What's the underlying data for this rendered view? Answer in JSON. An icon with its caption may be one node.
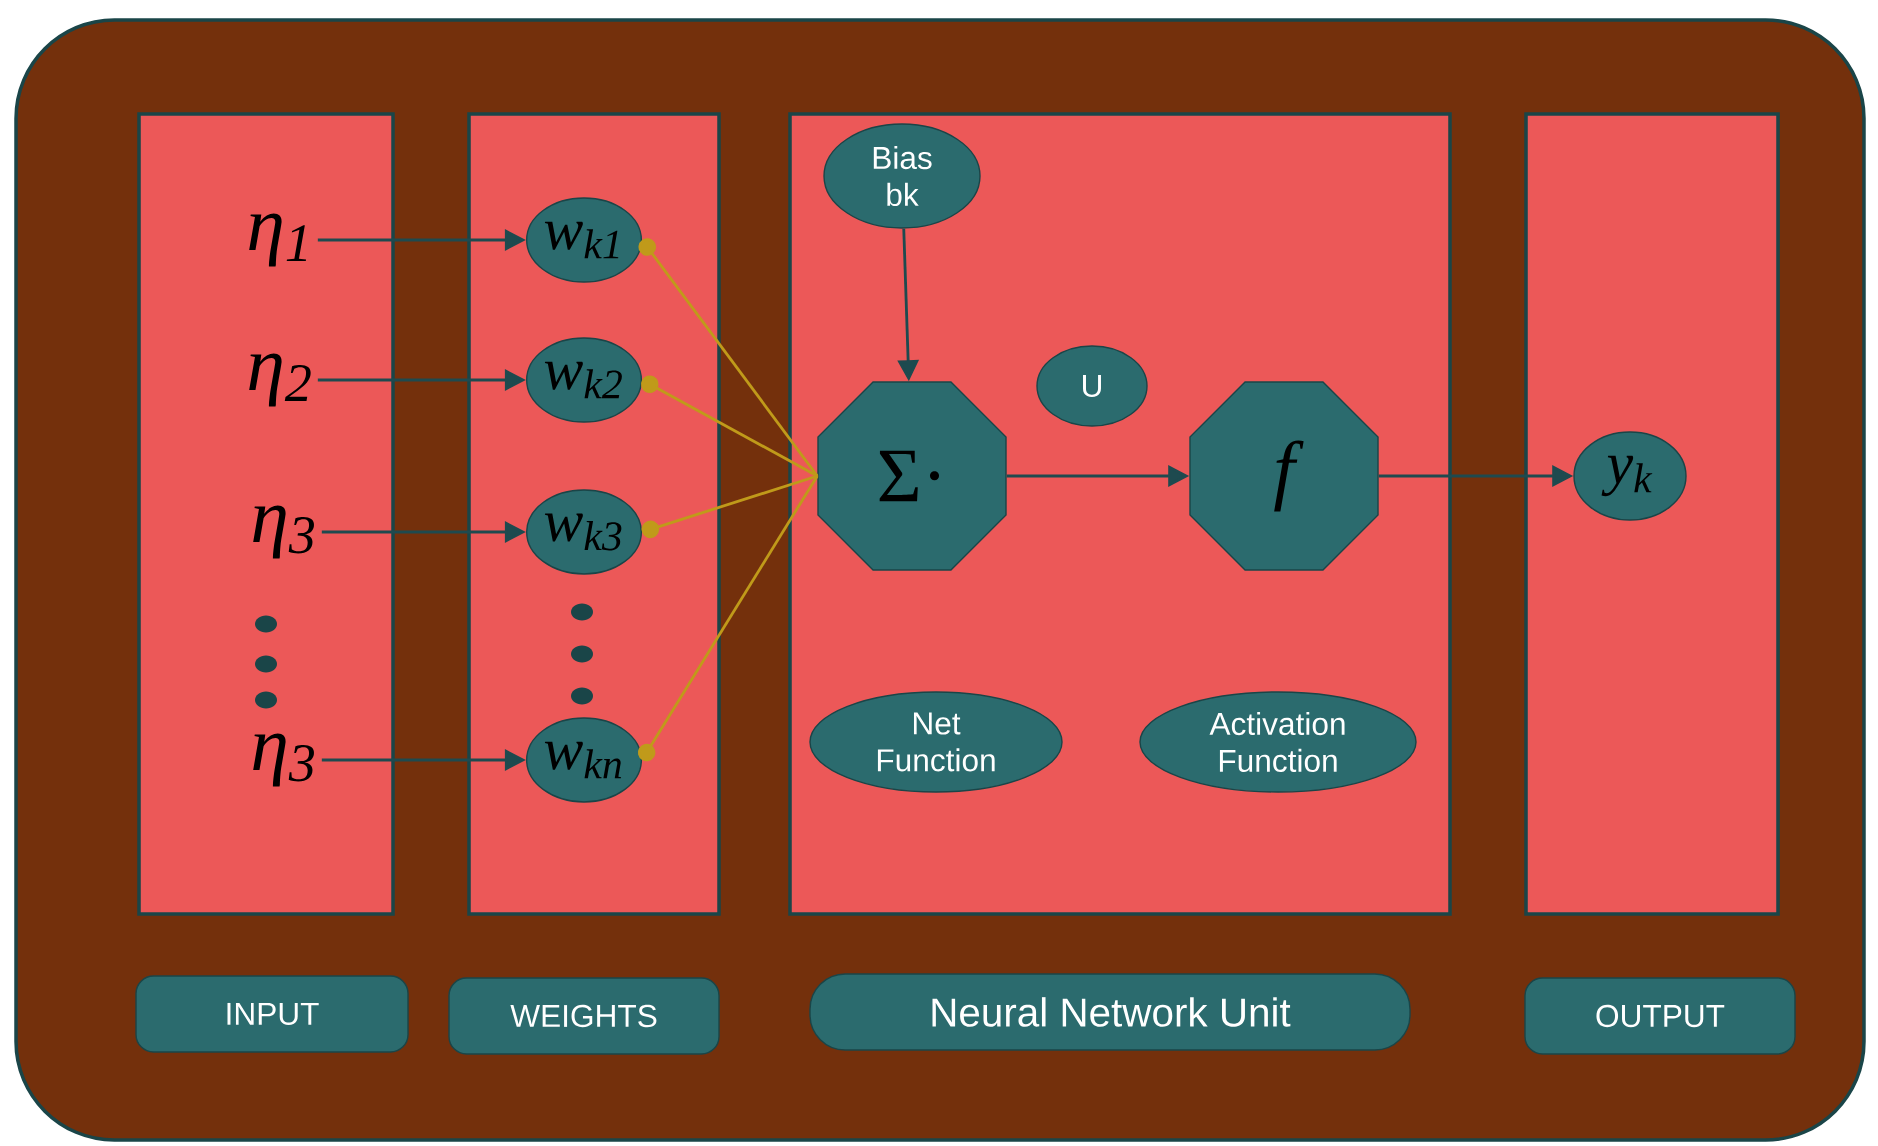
{
  "diagram": {
    "nodes": [
      {
        "text": [],
        "shape": "box"
      },
      {
        "text": [
          "η$_{1}$"
        ],
        "in": 0
      },
      {
        "text": [
          "η$_{2}$"
        ],
        "in": 0
      },
      {
        "text": [
          "η$_{3}$"
        ],
        "in": 0
      },
      {
        "text": [
          "η$_{3}$"
        ],
        "in": 0
      },
      {
        "text": [],
        "shape": "box"
      },
      {
        "text": [
          "w$_{k1}$"
        ],
        "in": 5
      },
      {
        "text": [
          "w$_{k2}$"
        ],
        "in": 5
      },
      {
        "text": [
          "w$_{k3}$"
        ],
        "in": 5
      },
      {
        "text": [
          "w$_{kn}$"
        ],
        "in": 5
      },
      {
        "text": [],
        "shape": "box"
      },
      {
        "text": [
          "Bias bk"
        ],
        "in": 10
      },
      {
        "text": [
          "Σ·"
        ],
        "in": 10
      },
      {
        "text": [
          "U"
        ],
        "in": 10
      },
      {
        "text": [
          "f"
        ],
        "in": 10
      },
      {
        "text": [
          "Net Function"
        ],
        "in": 10
      },
      {
        "text": [
          "Activation Function"
        ],
        "in": 10
      },
      {
        "text": [],
        "shape": "box"
      },
      {
        "text": [
          "y$_{k}$"
        ],
        "in": 17
      },
      {
        "text": [
          "INPUT"
        ]
      },
      {
        "text": [
          "WEIGHTS"
        ]
      },
      {
        "text": [
          "Neural Network Unit"
        ]
      },
      {
        "text": [
          "OUTPUT"
        ]
      }
    ],
    "edges": [
      {
        "from": 1,
        "to": 6,
        "arrow": "to"
      },
      {
        "from": 2,
        "to": 7,
        "arrow": "to"
      },
      {
        "from": 3,
        "to": 8,
        "arrow": "to"
      },
      {
        "from": 4,
        "to": 9,
        "arrow": "to"
      },
      {
        "from": 6,
        "to": 12,
        "arrow": "other",
        "color": "#c09a1a"
      },
      {
        "from": 7,
        "to": 12,
        "arrow": "other",
        "color": "#c09a1a"
      },
      {
        "from": 8,
        "to": 12,
        "arrow": "other",
        "color": "#c09a1a"
      },
      {
        "from": 9,
        "to": 12,
        "arrow": "other",
        "color": "#c09a1a"
      },
      {
        "from": 11,
        "to": 12,
        "arrow": "to"
      },
      {
        "from": 12,
        "to": 14,
        "arrow": "to"
      },
      {
        "from": 14,
        "to": 18,
        "arrow": "to"
      }
    ]
  }
}
